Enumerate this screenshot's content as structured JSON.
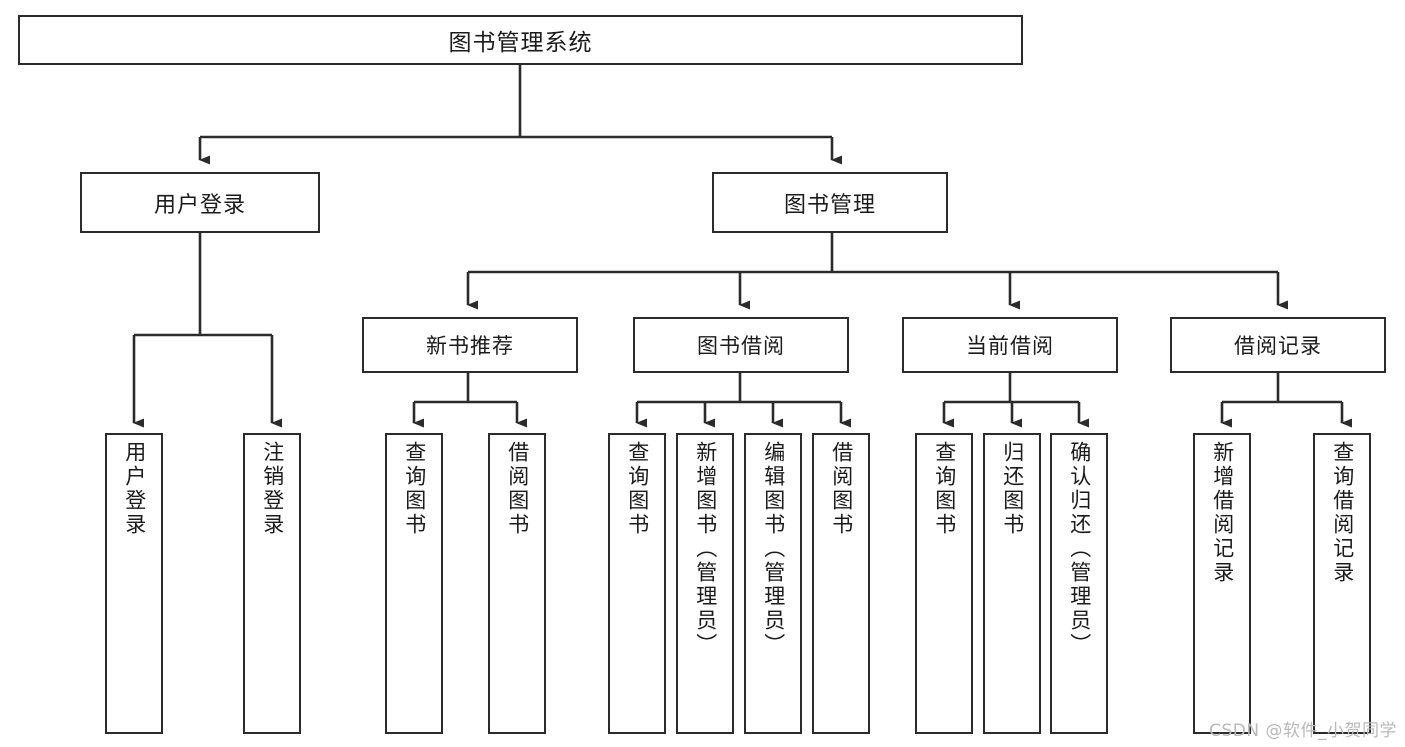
{
  "diagram": {
    "title": "图书管理系统",
    "type": "tree-hierarchy-diagram",
    "colors": {
      "background": "#ffffff",
      "node_border": "#2b2b2b",
      "node_fill": "#ffffff",
      "edge": "#2b2b2b",
      "text": "#1b1b1b",
      "watermark": "#b9b9b9"
    },
    "root": {
      "label": "图书管理系统"
    },
    "level1": [
      {
        "label": "用户登录"
      },
      {
        "label": "图书管理"
      }
    ],
    "level2": [
      {
        "label": "新书推荐"
      },
      {
        "label": "图书借阅"
      },
      {
        "label": "当前借阅"
      },
      {
        "label": "借阅记录"
      }
    ],
    "leaves": {
      "user_login": [
        {
          "label": "用户登录"
        },
        {
          "label": "注销登录"
        }
      ],
      "new_book_recommend": [
        {
          "label": "查询图书"
        },
        {
          "label": "借阅图书"
        }
      ],
      "book_borrow": [
        {
          "label": "查询图书"
        },
        {
          "label": "新增图书（管理员）"
        },
        {
          "label": "编辑图书（管理员）"
        },
        {
          "label": "借阅图书"
        }
      ],
      "current_borrow": [
        {
          "label": "查询图书"
        },
        {
          "label": "归还图书"
        },
        {
          "label": "确认归还（管理员）"
        }
      ],
      "borrow_record": [
        {
          "label": "新增借阅记录"
        },
        {
          "label": "查询借阅记录"
        }
      ]
    },
    "watermark": "CSDN @软件_小贺同学"
  }
}
